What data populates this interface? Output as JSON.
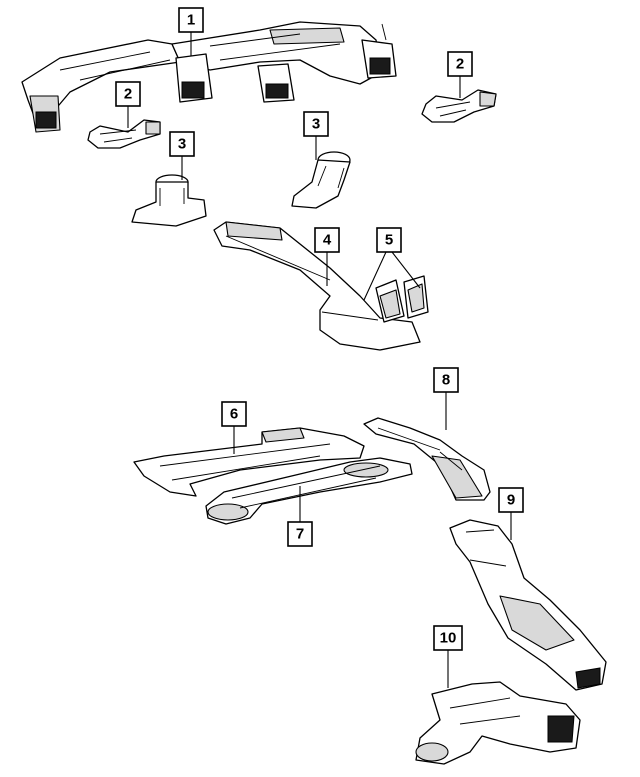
{
  "callouts": [
    {
      "id": "callout-1",
      "label": "1"
    },
    {
      "id": "callout-2a",
      "label": "2"
    },
    {
      "id": "callout-2b",
      "label": "2"
    },
    {
      "id": "callout-3a",
      "label": "3"
    },
    {
      "id": "callout-3b",
      "label": "3"
    },
    {
      "id": "callout-4",
      "label": "4"
    },
    {
      "id": "callout-5",
      "label": "5"
    },
    {
      "id": "callout-6",
      "label": "6"
    },
    {
      "id": "callout-7",
      "label": "7"
    },
    {
      "id": "callout-8",
      "label": "8"
    },
    {
      "id": "callout-9",
      "label": "9"
    },
    {
      "id": "callout-10",
      "label": "10"
    }
  ]
}
